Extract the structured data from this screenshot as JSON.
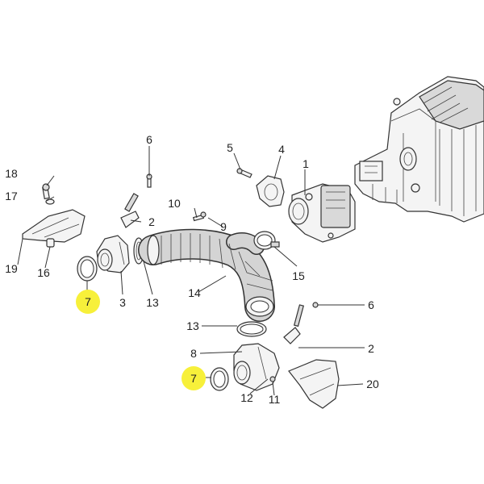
{
  "diagram": {
    "highlight_color": "#f7f03a",
    "callouts": [
      {
        "id": "c1",
        "label": "1"
      },
      {
        "id": "c2a",
        "label": "2"
      },
      {
        "id": "c2b",
        "label": "2"
      },
      {
        "id": "c3",
        "label": "3"
      },
      {
        "id": "c4",
        "label": "4"
      },
      {
        "id": "c5",
        "label": "5"
      },
      {
        "id": "c6a",
        "label": "6"
      },
      {
        "id": "c6b",
        "label": "6"
      },
      {
        "id": "c7a",
        "label": "7",
        "highlight": true
      },
      {
        "id": "c7b",
        "label": "7",
        "highlight": true
      },
      {
        "id": "c8",
        "label": "8"
      },
      {
        "id": "c9",
        "label": "9"
      },
      {
        "id": "c10",
        "label": "10"
      },
      {
        "id": "c11",
        "label": "11"
      },
      {
        "id": "c12",
        "label": "12"
      },
      {
        "id": "c13a",
        "label": "13"
      },
      {
        "id": "c13b",
        "label": "13"
      },
      {
        "id": "c14",
        "label": "14"
      },
      {
        "id": "c15",
        "label": "15"
      },
      {
        "id": "c16",
        "label": "16"
      },
      {
        "id": "c17",
        "label": "17"
      },
      {
        "id": "c18",
        "label": "18"
      },
      {
        "id": "c19",
        "label": "19"
      },
      {
        "id": "c20",
        "label": "20"
      }
    ]
  }
}
